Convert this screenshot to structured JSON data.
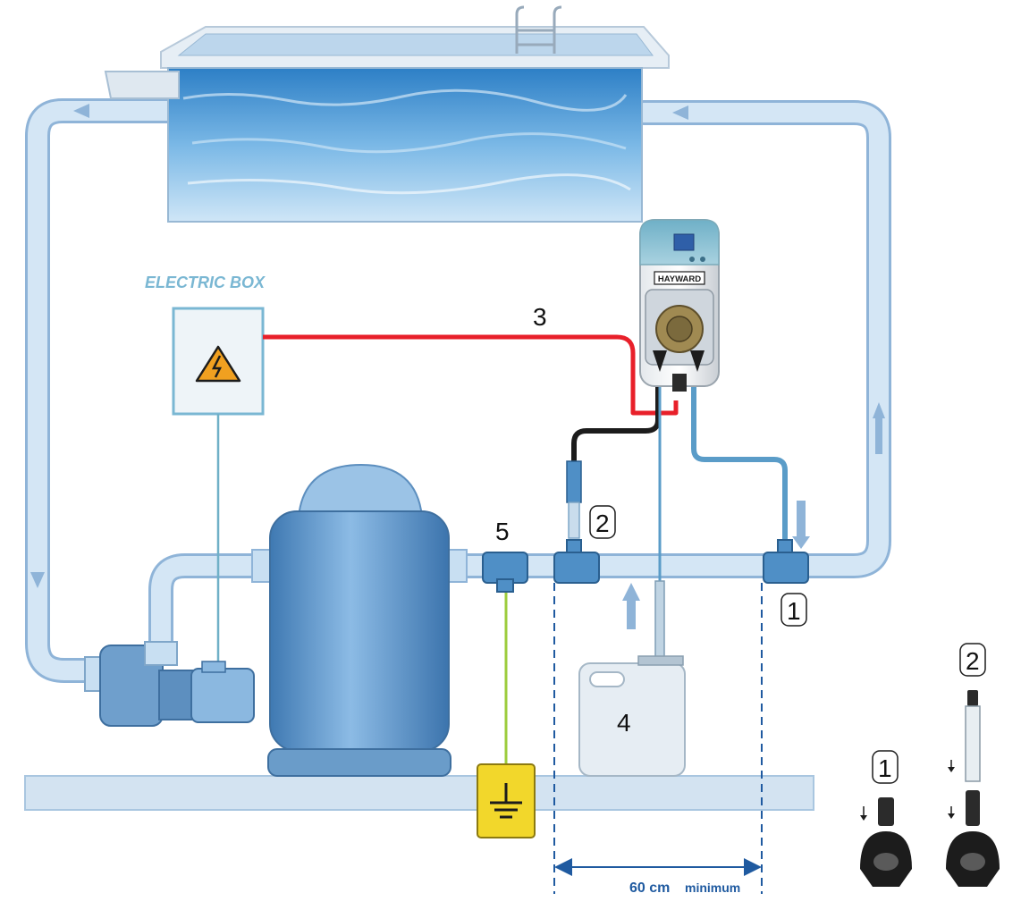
{
  "labels": {
    "electric_box": "ELECTRIC BOX",
    "brand": "HAYWARD",
    "n1": "1",
    "n2": "2",
    "n3": "3",
    "n4": "4",
    "n5": "5",
    "distance_value": "60 cm",
    "distance_note": "minimum"
  },
  "colors": {
    "pipe_fill": "#c8dff2",
    "pipe_edge": "#8fb4d8",
    "water": "#3d8fd0",
    "tank": "#5d93c8",
    "floor": "#d3e3f1",
    "red_cable": "#e8202a",
    "black_cable": "#1c1c1c",
    "blue_tube": "#5a9cc8",
    "ground_wire": "#9ccc3c",
    "ground_box": "#f2d72b",
    "warning": "#f0a020",
    "dimension": "#1f5aa0",
    "electric_box_text": "#7ab7d3"
  },
  "icons": [
    "electric-warning-icon",
    "ground-symbol-icon",
    "flow-arrow-icon"
  ]
}
